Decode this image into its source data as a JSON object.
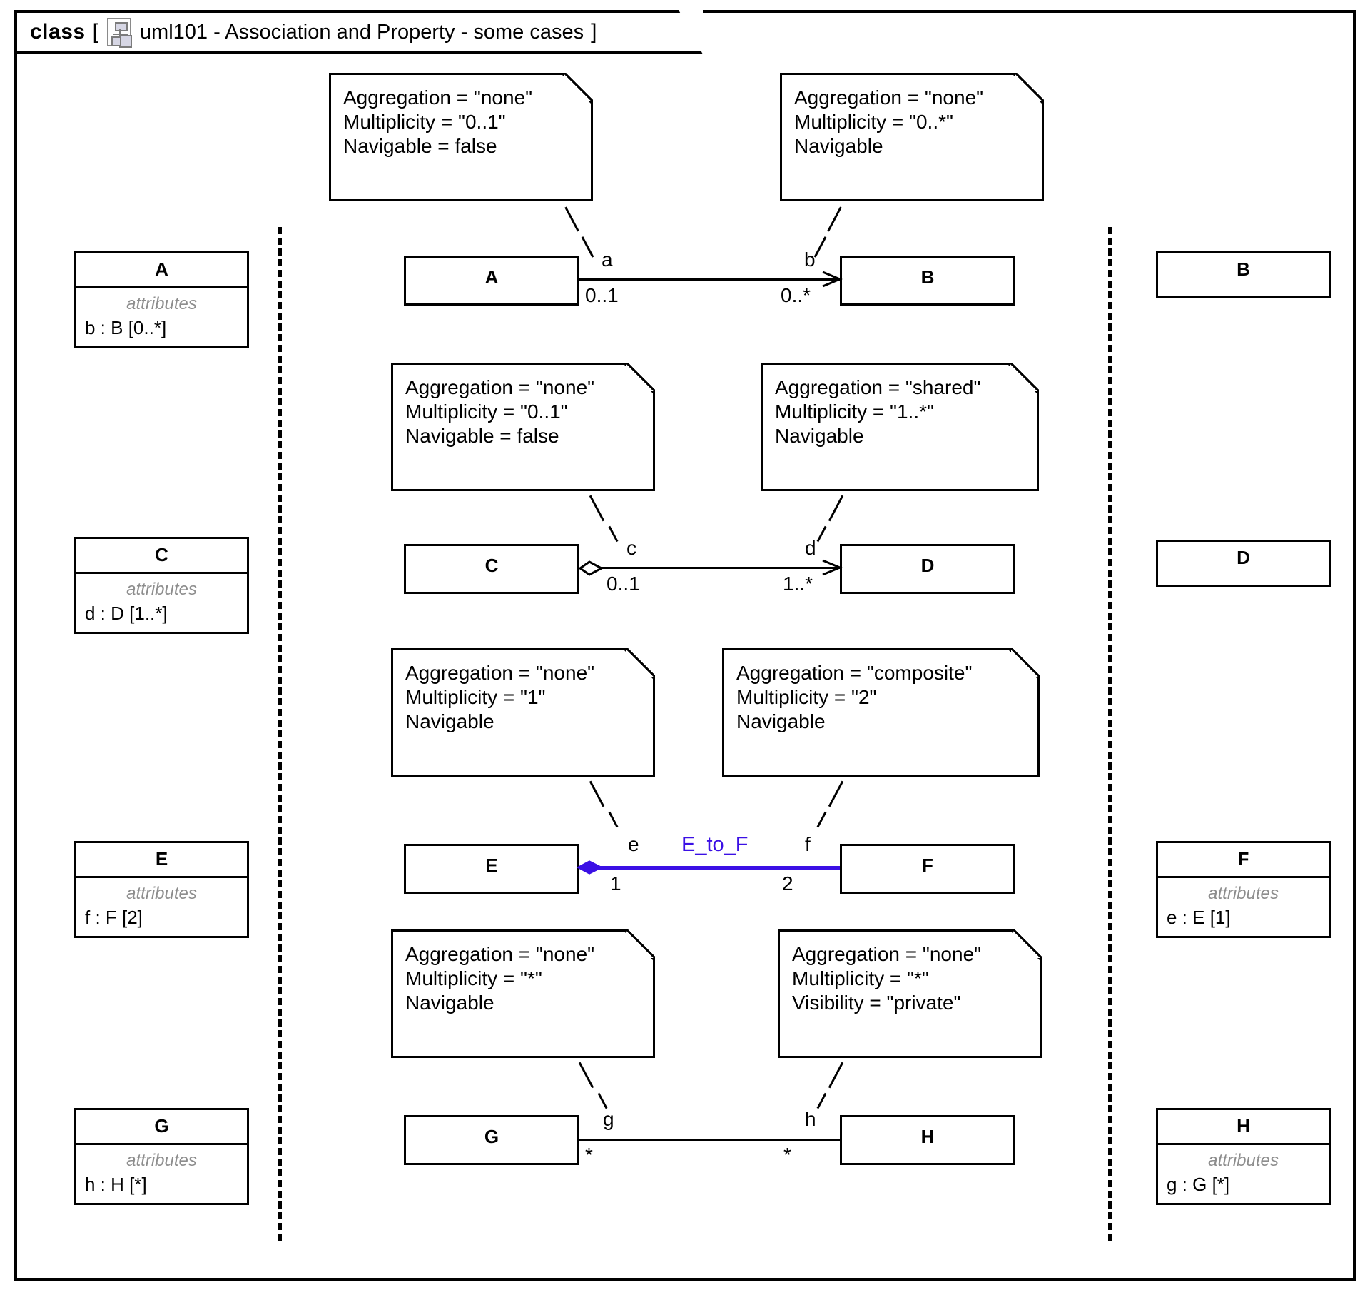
{
  "header": {
    "keyword": "class",
    "bracket_open": "[",
    "bracket_close": "]",
    "icon": "class-diagram-icon",
    "title": "uml101 - Association and Property - some cases"
  },
  "left_classes": [
    {
      "name": "A",
      "attr_header": "attributes",
      "attribute": "b : B [0..*]"
    },
    {
      "name": "C",
      "attr_header": "attributes",
      "attribute": "d : D [1..*]"
    },
    {
      "name": "E",
      "attr_header": "attributes",
      "attribute": "f : F [2]"
    },
    {
      "name": "G",
      "attr_header": "attributes",
      "attribute": "h : H [*]"
    }
  ],
  "right_classes": [
    {
      "name": "B",
      "attr_header": "",
      "attribute": ""
    },
    {
      "name": "D",
      "attr_header": "",
      "attribute": ""
    },
    {
      "name": "F",
      "attr_header": "attributes",
      "attribute": "e : E [1]"
    },
    {
      "name": "H",
      "attr_header": "attributes",
      "attribute": "g : G [*]"
    }
  ],
  "associations": [
    {
      "source": "A",
      "target": "B",
      "source_role": "a",
      "source_multiplicity": "0..1",
      "target_role": "b",
      "target_multiplicity": "0..*",
      "name": "",
      "source_note": {
        "aggregation": "Aggregation = \"none\"",
        "multiplicity": "Multiplicity = \"0..1\"",
        "navigable": "Navigable = false"
      },
      "target_note": {
        "aggregation": "Aggregation = \"none\"",
        "multiplicity": "Multiplicity = \"0..*\"",
        "navigable": "Navigable"
      }
    },
    {
      "source": "C",
      "target": "D",
      "source_role": "c",
      "source_multiplicity": "0..1",
      "target_role": "d",
      "target_multiplicity": "1..*",
      "name": "",
      "source_note": {
        "aggregation": "Aggregation = \"none\"",
        "multiplicity": "Multiplicity = \"0..1\"",
        "navigable": "Navigable = false"
      },
      "target_note": {
        "aggregation": "Aggregation = \"shared\"",
        "multiplicity": "Multiplicity = \"1..*\"",
        "navigable": "Navigable"
      }
    },
    {
      "source": "E",
      "target": "F",
      "source_role": "e",
      "source_multiplicity": "1",
      "target_role": "f",
      "target_multiplicity": "2",
      "name": "E_to_F",
      "source_note": {
        "aggregation": "Aggregation = \"none\"",
        "multiplicity": "Multiplicity = \"1\"",
        "navigable": "Navigable"
      },
      "target_note": {
        "aggregation": "Aggregation = \"composite\"",
        "multiplicity": "Multiplicity = \"2\"",
        "navigable": "Navigable"
      }
    },
    {
      "source": "G",
      "target": "H",
      "source_role": "g",
      "source_multiplicity": "*",
      "target_role": "h",
      "target_multiplicity": "*",
      "name": "",
      "source_note": {
        "aggregation": "Aggregation = \"none\"",
        "multiplicity": "Multiplicity = \"*\"",
        "navigable": "Navigable"
      },
      "target_note": {
        "aggregation": "Aggregation = \"none\"",
        "multiplicity": "Multiplicity = \"*\"",
        "navigable": "Visibility = \"private\""
      }
    }
  ],
  "center_classes": {
    "row1_left": "A",
    "row1_right": "B",
    "row2_left": "C",
    "row2_right": "D",
    "row3_left": "E",
    "row3_right": "F",
    "row4_left": "G",
    "row4_right": "H"
  },
  "colors": {
    "association_highlight": "#3b10e5",
    "outline": "#000000",
    "attribute_header": "#8d8d8d"
  }
}
